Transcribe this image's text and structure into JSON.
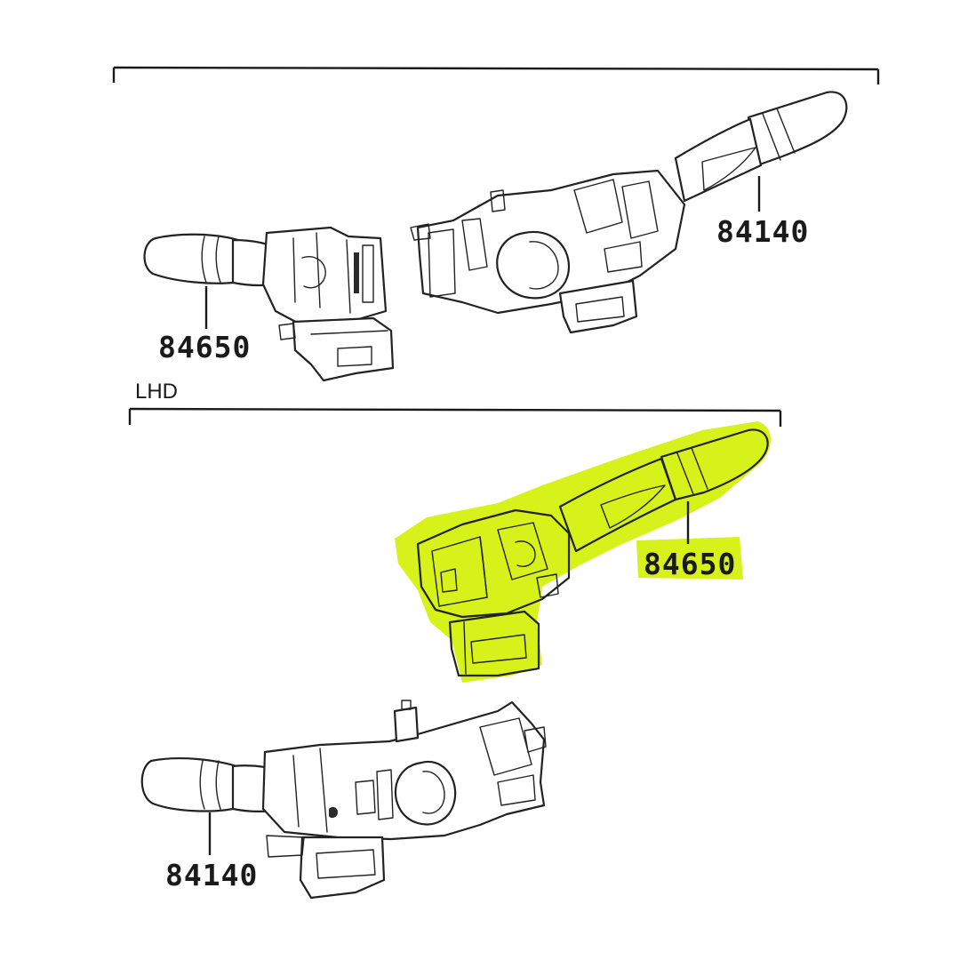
{
  "sections": {
    "lhd": {
      "label": "LHD"
    }
  },
  "parts": {
    "top_left": {
      "number": "84650"
    },
    "top_right": {
      "number": "84140"
    },
    "lhd_highlighted": {
      "number": "84650",
      "highlighted": true
    },
    "lhd_bottom": {
      "number": "84140"
    }
  },
  "colors": {
    "highlight": "#d6f21a",
    "ink": "#222222",
    "background": "#ffffff"
  }
}
